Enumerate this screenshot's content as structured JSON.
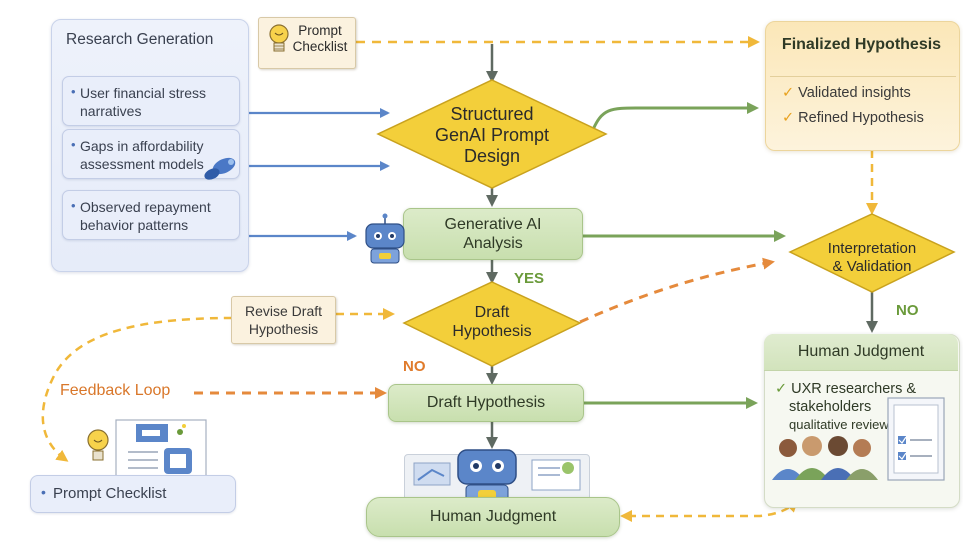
{
  "research_panel": {
    "title": "Research Generation",
    "items": [
      "User financial stress narratives",
      "Gaps in affordability assessment models",
      "Observed repayment behavior patterns"
    ]
  },
  "prompt_note_top": {
    "line1": "Prompt",
    "line2": "Checklist"
  },
  "structured_prompt": {
    "line1": "Structured",
    "line2": "GenAI Prompt",
    "line3": "Design"
  },
  "generative_ai": {
    "line1": "Generative AI",
    "line2": "Analysis"
  },
  "draft_decision": {
    "line1": "Draft",
    "line2": "Hypothesis"
  },
  "draft_box": "Draft Hypothesis",
  "human_judgment_bottom": "Human Judgment",
  "finalized": {
    "title": "Finalized Hypothesis",
    "items": [
      "Validated insights",
      "Refined Hypothesis"
    ]
  },
  "interpretation": {
    "line1": "Interpretation",
    "line2": "& Validation"
  },
  "human_judgment_panel": {
    "title": "Human Judgment",
    "line1": "UXR researchers &",
    "line2": "stakeholders",
    "line3": "qualitative review"
  },
  "revise_note": {
    "line1": "Revise Draft",
    "line2": "Hypothesis"
  },
  "feedback_loop": "Feedback Loop",
  "prompt_checklist_bottom": "Prompt Checklist",
  "labels": {
    "yes": "YES",
    "no_left": "NO",
    "no_right": "NO"
  },
  "colors": {
    "arrow_blue": "#5b86c9",
    "arrow_green": "#7aa35a",
    "dashed_yellow": "#f0b83a",
    "dashed_orange": "#e58a3c",
    "diamond_fill": "#f3cf3a",
    "check": "#e8a21f"
  }
}
